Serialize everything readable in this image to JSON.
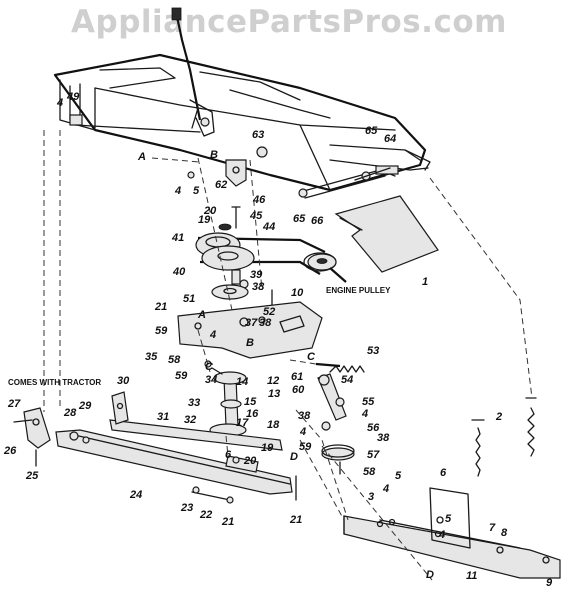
{
  "watermark": "AppliancePartsPros.com",
  "notes": {
    "engine_pulley": "ENGINE PULLEY",
    "comes_with_tractor": "COMES WITH TRACTOR"
  },
  "callouts": [
    {
      "id": "c49",
      "text": "49"
    },
    {
      "id": "c4a",
      "text": "4"
    },
    {
      "id": "cA1",
      "text": "A"
    },
    {
      "id": "cB1",
      "text": "B"
    },
    {
      "id": "c4b",
      "text": "4"
    },
    {
      "id": "c5a",
      "text": "5"
    },
    {
      "id": "c62",
      "text": "62"
    },
    {
      "id": "c63",
      "text": "63"
    },
    {
      "id": "c65a",
      "text": "65"
    },
    {
      "id": "c64",
      "text": "64"
    },
    {
      "id": "c65b",
      "text": "65"
    },
    {
      "id": "c66",
      "text": "66"
    },
    {
      "id": "c46",
      "text": "46"
    },
    {
      "id": "c20a",
      "text": "20"
    },
    {
      "id": "c45",
      "text": "45"
    },
    {
      "id": "c19a",
      "text": "19"
    },
    {
      "id": "c44",
      "text": "44"
    },
    {
      "id": "c41",
      "text": "41"
    },
    {
      "id": "c40",
      "text": "40"
    },
    {
      "id": "c39",
      "text": "39"
    },
    {
      "id": "c38a",
      "text": "38"
    },
    {
      "id": "c1",
      "text": "1"
    },
    {
      "id": "c51",
      "text": "51"
    },
    {
      "id": "c10",
      "text": "10"
    },
    {
      "id": "c21a",
      "text": "21"
    },
    {
      "id": "c59a",
      "text": "59"
    },
    {
      "id": "cA2",
      "text": "A"
    },
    {
      "id": "c4c",
      "text": "4"
    },
    {
      "id": "c52",
      "text": "52"
    },
    {
      "id": "c37",
      "text": "37"
    },
    {
      "id": "c38b",
      "text": "38"
    },
    {
      "id": "cB2",
      "text": "B"
    },
    {
      "id": "c35",
      "text": "35"
    },
    {
      "id": "c58a",
      "text": "58"
    },
    {
      "id": "c59b",
      "text": "59"
    },
    {
      "id": "cC1",
      "text": "C"
    },
    {
      "id": "c34",
      "text": "34"
    },
    {
      "id": "cC2",
      "text": "C"
    },
    {
      "id": "c53",
      "text": "53"
    },
    {
      "id": "c14",
      "text": "14"
    },
    {
      "id": "c12",
      "text": "12"
    },
    {
      "id": "c13",
      "text": "13"
    },
    {
      "id": "c61",
      "text": "61"
    },
    {
      "id": "c60",
      "text": "60"
    },
    {
      "id": "c54",
      "text": "54"
    },
    {
      "id": "c55",
      "text": "55"
    },
    {
      "id": "c4d",
      "text": "4"
    },
    {
      "id": "c33",
      "text": "33"
    },
    {
      "id": "c15",
      "text": "15"
    },
    {
      "id": "c16",
      "text": "16"
    },
    {
      "id": "c30",
      "text": "30"
    },
    {
      "id": "c31",
      "text": "31"
    },
    {
      "id": "c32",
      "text": "32"
    },
    {
      "id": "c17",
      "text": "17"
    },
    {
      "id": "c18",
      "text": "18"
    },
    {
      "id": "c38c",
      "text": "38"
    },
    {
      "id": "c4e",
      "text": "4"
    },
    {
      "id": "c56",
      "text": "56"
    },
    {
      "id": "c38d",
      "text": "38"
    },
    {
      "id": "c59c",
      "text": "59"
    },
    {
      "id": "cD1",
      "text": "D"
    },
    {
      "id": "c57",
      "text": "57"
    },
    {
      "id": "c58b",
      "text": "58"
    },
    {
      "id": "c27",
      "text": "27"
    },
    {
      "id": "c28",
      "text": "28"
    },
    {
      "id": "c29",
      "text": "29"
    },
    {
      "id": "c26",
      "text": "26"
    },
    {
      "id": "c25",
      "text": "25"
    },
    {
      "id": "c6a",
      "text": "6"
    },
    {
      "id": "c19b",
      "text": "19"
    },
    {
      "id": "c20b",
      "text": "20"
    },
    {
      "id": "c24",
      "text": "24"
    },
    {
      "id": "c23",
      "text": "23"
    },
    {
      "id": "c22",
      "text": "22"
    },
    {
      "id": "c21b",
      "text": "21"
    },
    {
      "id": "c21c",
      "text": "21"
    },
    {
      "id": "c3",
      "text": "3"
    },
    {
      "id": "c4f",
      "text": "4"
    },
    {
      "id": "c5b",
      "text": "5"
    },
    {
      "id": "c6b",
      "text": "6"
    },
    {
      "id": "c5c",
      "text": "5"
    },
    {
      "id": "c4g",
      "text": "4"
    },
    {
      "id": "c2",
      "text": "2"
    },
    {
      "id": "cD2",
      "text": "D"
    },
    {
      "id": "c7",
      "text": "7"
    },
    {
      "id": "c8",
      "text": "8"
    },
    {
      "id": "c11",
      "text": "11"
    },
    {
      "id": "c9",
      "text": "9"
    }
  ]
}
